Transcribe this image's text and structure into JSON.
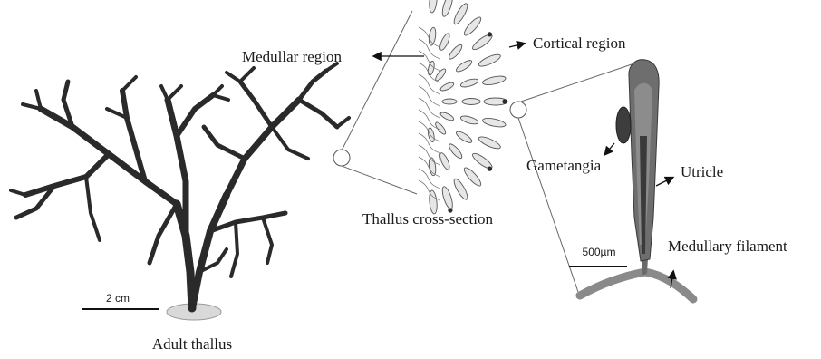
{
  "labels": {
    "medullar_region": "Medullar region",
    "cortical_region": "Cortical region",
    "gametangia": "Gametangia",
    "utricle": "Utricle",
    "medullary_filament": "Medullary filament",
    "thallus_cross_section": "Thallus cross-section",
    "adult_thallus": "Adult thallus"
  },
  "scale_bars": {
    "thallus": "2 cm",
    "utricle": "500µm"
  },
  "colors": {
    "ink": "#2a2a2a",
    "cell_fill": "#e6e6e6",
    "cell_stroke": "#555555",
    "utricle_fill": "#4a4a4a",
    "utricle_light": "#9a9a9a"
  }
}
